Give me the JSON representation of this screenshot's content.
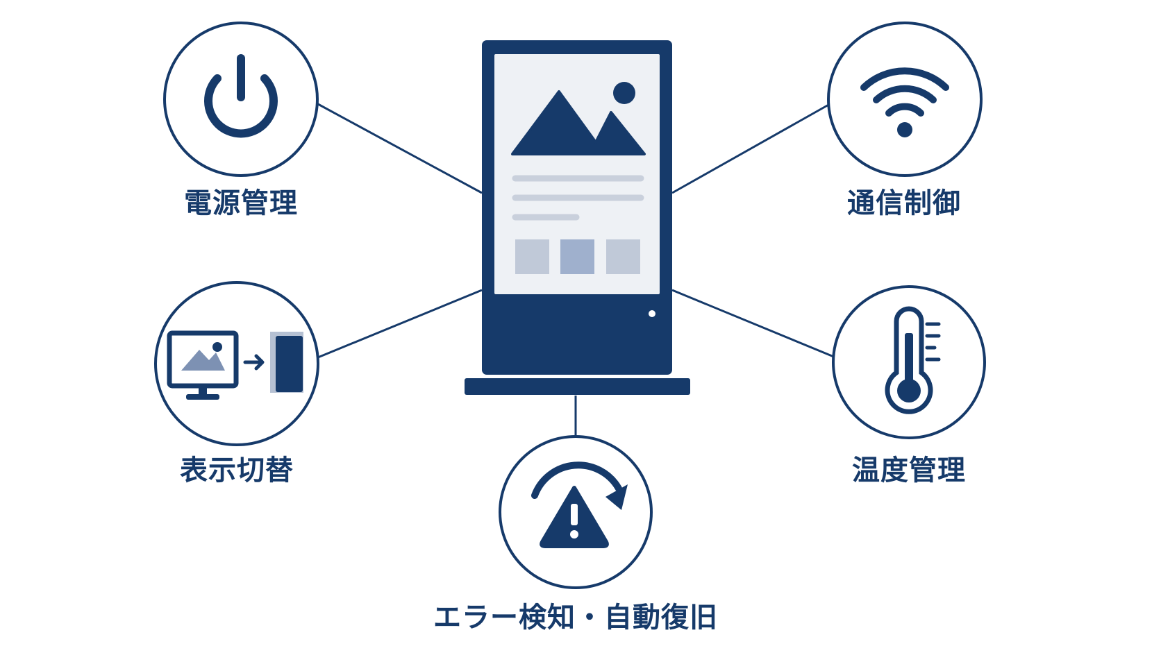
{
  "colors": {
    "primary": "#163a6a",
    "screen_bg": "#eef1f5",
    "bar_light": "#c9d0dc",
    "tile_light": "#c0c9d8",
    "tile_mid": "#9fb0cd",
    "background": "#ffffff"
  },
  "center": {
    "name": "digital-signage-kiosk",
    "icon": "kiosk-display-icon"
  },
  "features": [
    {
      "id": "power",
      "label": "電源管理",
      "icon": "power-icon"
    },
    {
      "id": "display",
      "label": "表示切替",
      "icon": "display-switch-icon"
    },
    {
      "id": "error",
      "label": "エラー検知・自動復旧",
      "icon": "warning-recovery-icon"
    },
    {
      "id": "network",
      "label": "通信制御",
      "icon": "wifi-icon"
    },
    {
      "id": "temperature",
      "label": "温度管理",
      "icon": "thermometer-icon"
    }
  ]
}
